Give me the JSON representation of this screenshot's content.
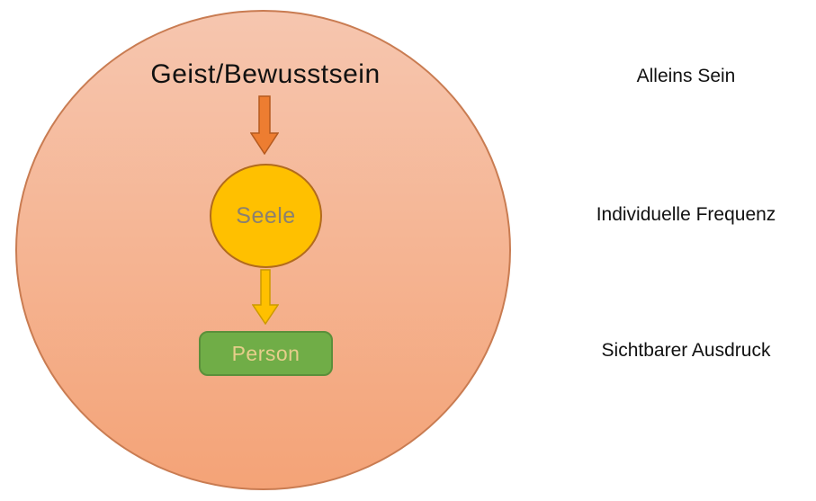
{
  "diagram": {
    "outer_circle": {
      "label": "Geist/Bewusstsein"
    },
    "soul": {
      "label": "Seele"
    },
    "person": {
      "label": "Person"
    },
    "side_labels": [
      {
        "label": "Alleins Sein"
      },
      {
        "label": "Individuelle Frequenz"
      },
      {
        "label": "Sichtbarer Ausdruck"
      }
    ]
  },
  "colors": {
    "circle_top": "#F6C6AF",
    "circle_bottom": "#F4A377",
    "circle_border": "#C97C52",
    "soul_fill": "#FFC000",
    "soul_border": "#B26B1D",
    "soul_text": "#8A8070",
    "person_fill": "#70AD47",
    "person_border": "#5B8F3B",
    "person_text": "#E6CE8B",
    "arrow_orange_fill": "#ED7D31",
    "arrow_orange_stroke": "#B55A1F",
    "arrow_yellow_fill": "#FFC000",
    "arrow_yellow_stroke": "#CC9A00",
    "text": "#111111"
  }
}
